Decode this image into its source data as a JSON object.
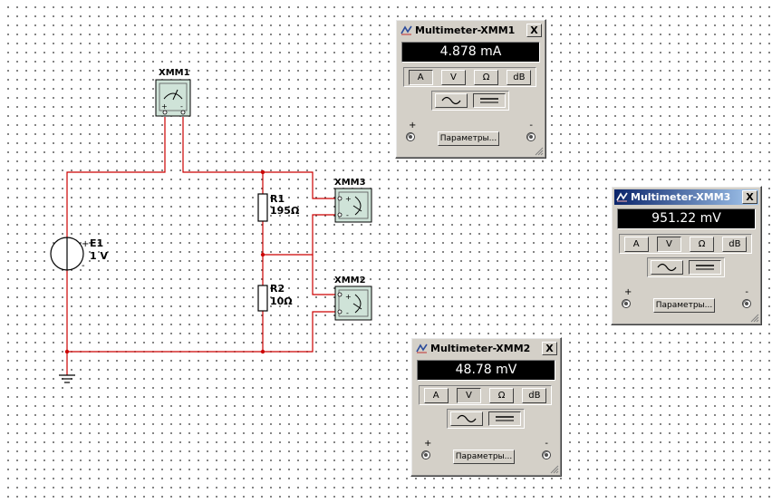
{
  "circuit": {
    "source": {
      "name": "E1",
      "value": "1 V",
      "plus": "+",
      "minus": "-"
    },
    "resistors": [
      {
        "name": "R1",
        "value": "195Ω"
      },
      {
        "name": "R2",
        "value": "10Ω"
      }
    ],
    "meter_symbols": [
      {
        "label": "XMM1",
        "plus": "+",
        "minus": "-"
      },
      {
        "label": "XMM3",
        "plus": "+",
        "minus": "-"
      },
      {
        "label": "XMM2",
        "plus": "+",
        "minus": "-"
      }
    ]
  },
  "multimeters": [
    {
      "title": "Multimeter-XMM1",
      "reading": "4.878 mA",
      "mode": "A",
      "type": "dc",
      "active": false
    },
    {
      "title": "Multimeter-XMM3",
      "reading": "951.22 mV",
      "mode": "V",
      "type": "dc",
      "active": true
    },
    {
      "title": "Multimeter-XMM2",
      "reading": "48.78 mV",
      "mode": "V",
      "type": "dc",
      "active": false
    }
  ],
  "panel_labels": {
    "close": "X",
    "btn_amps": "A",
    "btn_volts": "V",
    "btn_ohms": "Ω",
    "btn_db": "dB",
    "plus": "+",
    "minus": "-",
    "params": "Параметры..."
  },
  "colors": {
    "wire": "#cc0000",
    "junction": "#cc0000",
    "meter_symbol_bg": "#cfe3d8",
    "panel_bg": "#d4d0c8",
    "title_active": "#0a246a"
  }
}
